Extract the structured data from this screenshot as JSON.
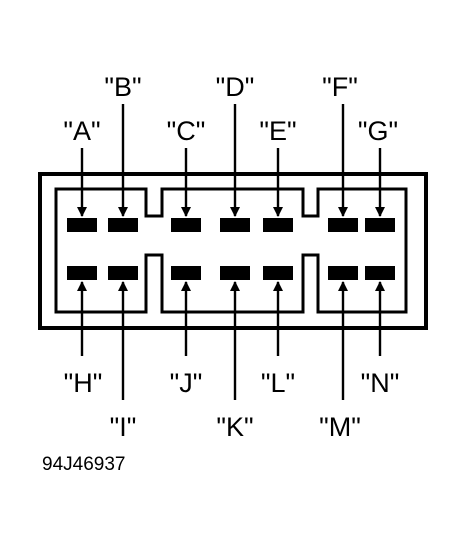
{
  "connector": {
    "pins_top": [
      {
        "id": "A",
        "label": "\"A\""
      },
      {
        "id": "B",
        "label": "\"B\""
      },
      {
        "id": "C",
        "label": "\"C\""
      },
      {
        "id": "D",
        "label": "\"D\""
      },
      {
        "id": "E",
        "label": "\"E\""
      },
      {
        "id": "F",
        "label": "\"F\""
      },
      {
        "id": "G",
        "label": "\"G\""
      }
    ],
    "pins_bottom": [
      {
        "id": "H",
        "label": "\"H\""
      },
      {
        "id": "I",
        "label": "\"I\""
      },
      {
        "id": "J",
        "label": "\"J\""
      },
      {
        "id": "K",
        "label": "\"K\""
      },
      {
        "id": "L",
        "label": "\"L\""
      },
      {
        "id": "M",
        "label": "\"M\""
      },
      {
        "id": "N",
        "label": "\"N\""
      }
    ]
  },
  "figure_code": "94J46937",
  "colors": {
    "ink": "#000000",
    "background": "#ffffff"
  }
}
